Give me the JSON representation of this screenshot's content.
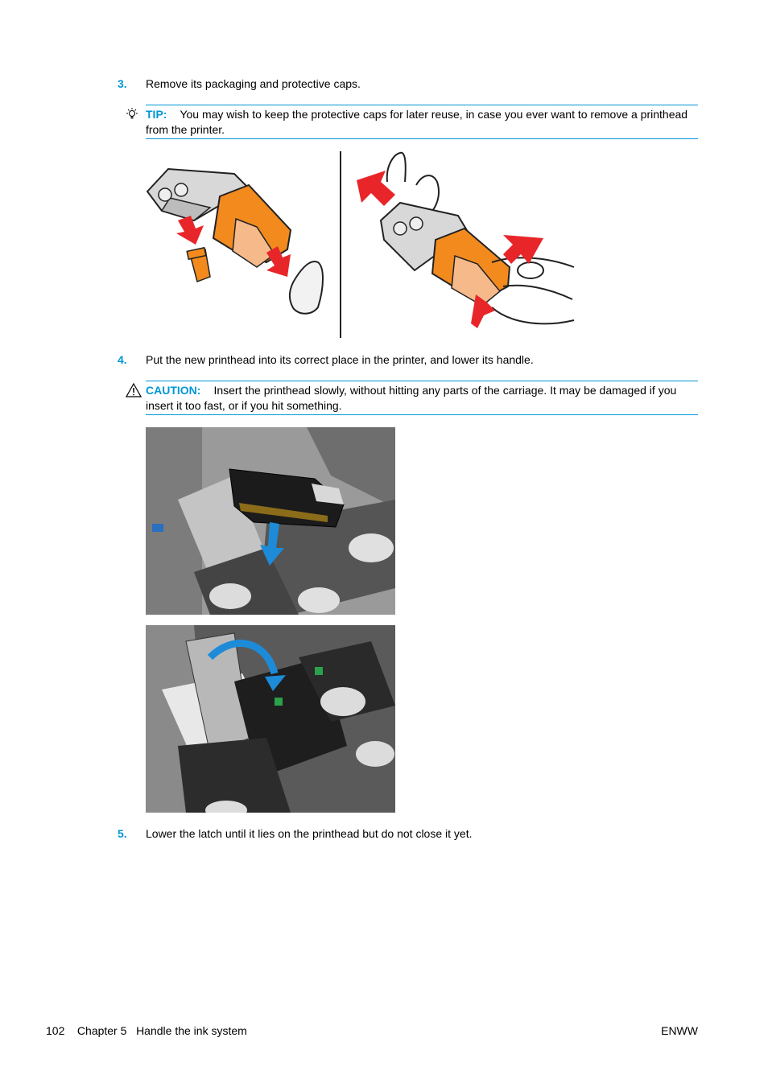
{
  "steps": [
    {
      "number": "3.",
      "text": "Remove its packaging and protective caps."
    },
    {
      "number": "4.",
      "text": "Put the new printhead into its correct place in the printer, and lower its handle."
    },
    {
      "number": "5.",
      "text": "Lower the latch until it lies on the printhead but do not close it yet."
    }
  ],
  "tip": {
    "label": "TIP:",
    "text": "You may wish to keep the protective caps for later reuse, in case you ever want to remove a printhead from the printer.",
    "icon": "lightbulb-icon"
  },
  "caution": {
    "label": "CAUTION:",
    "text": "Insert the printhead slowly, without hitting any parts of the carriage. It may be damaged if you insert it too fast, or if you hit something.",
    "icon": "warning-triangle-icon"
  },
  "footer": {
    "left": "102    Chapter 5   Handle the ink system",
    "right": "ENWW"
  },
  "colors": {
    "accent": "#0096d6",
    "orange": "#f28a1e",
    "arrow_red": "#e8262a"
  }
}
